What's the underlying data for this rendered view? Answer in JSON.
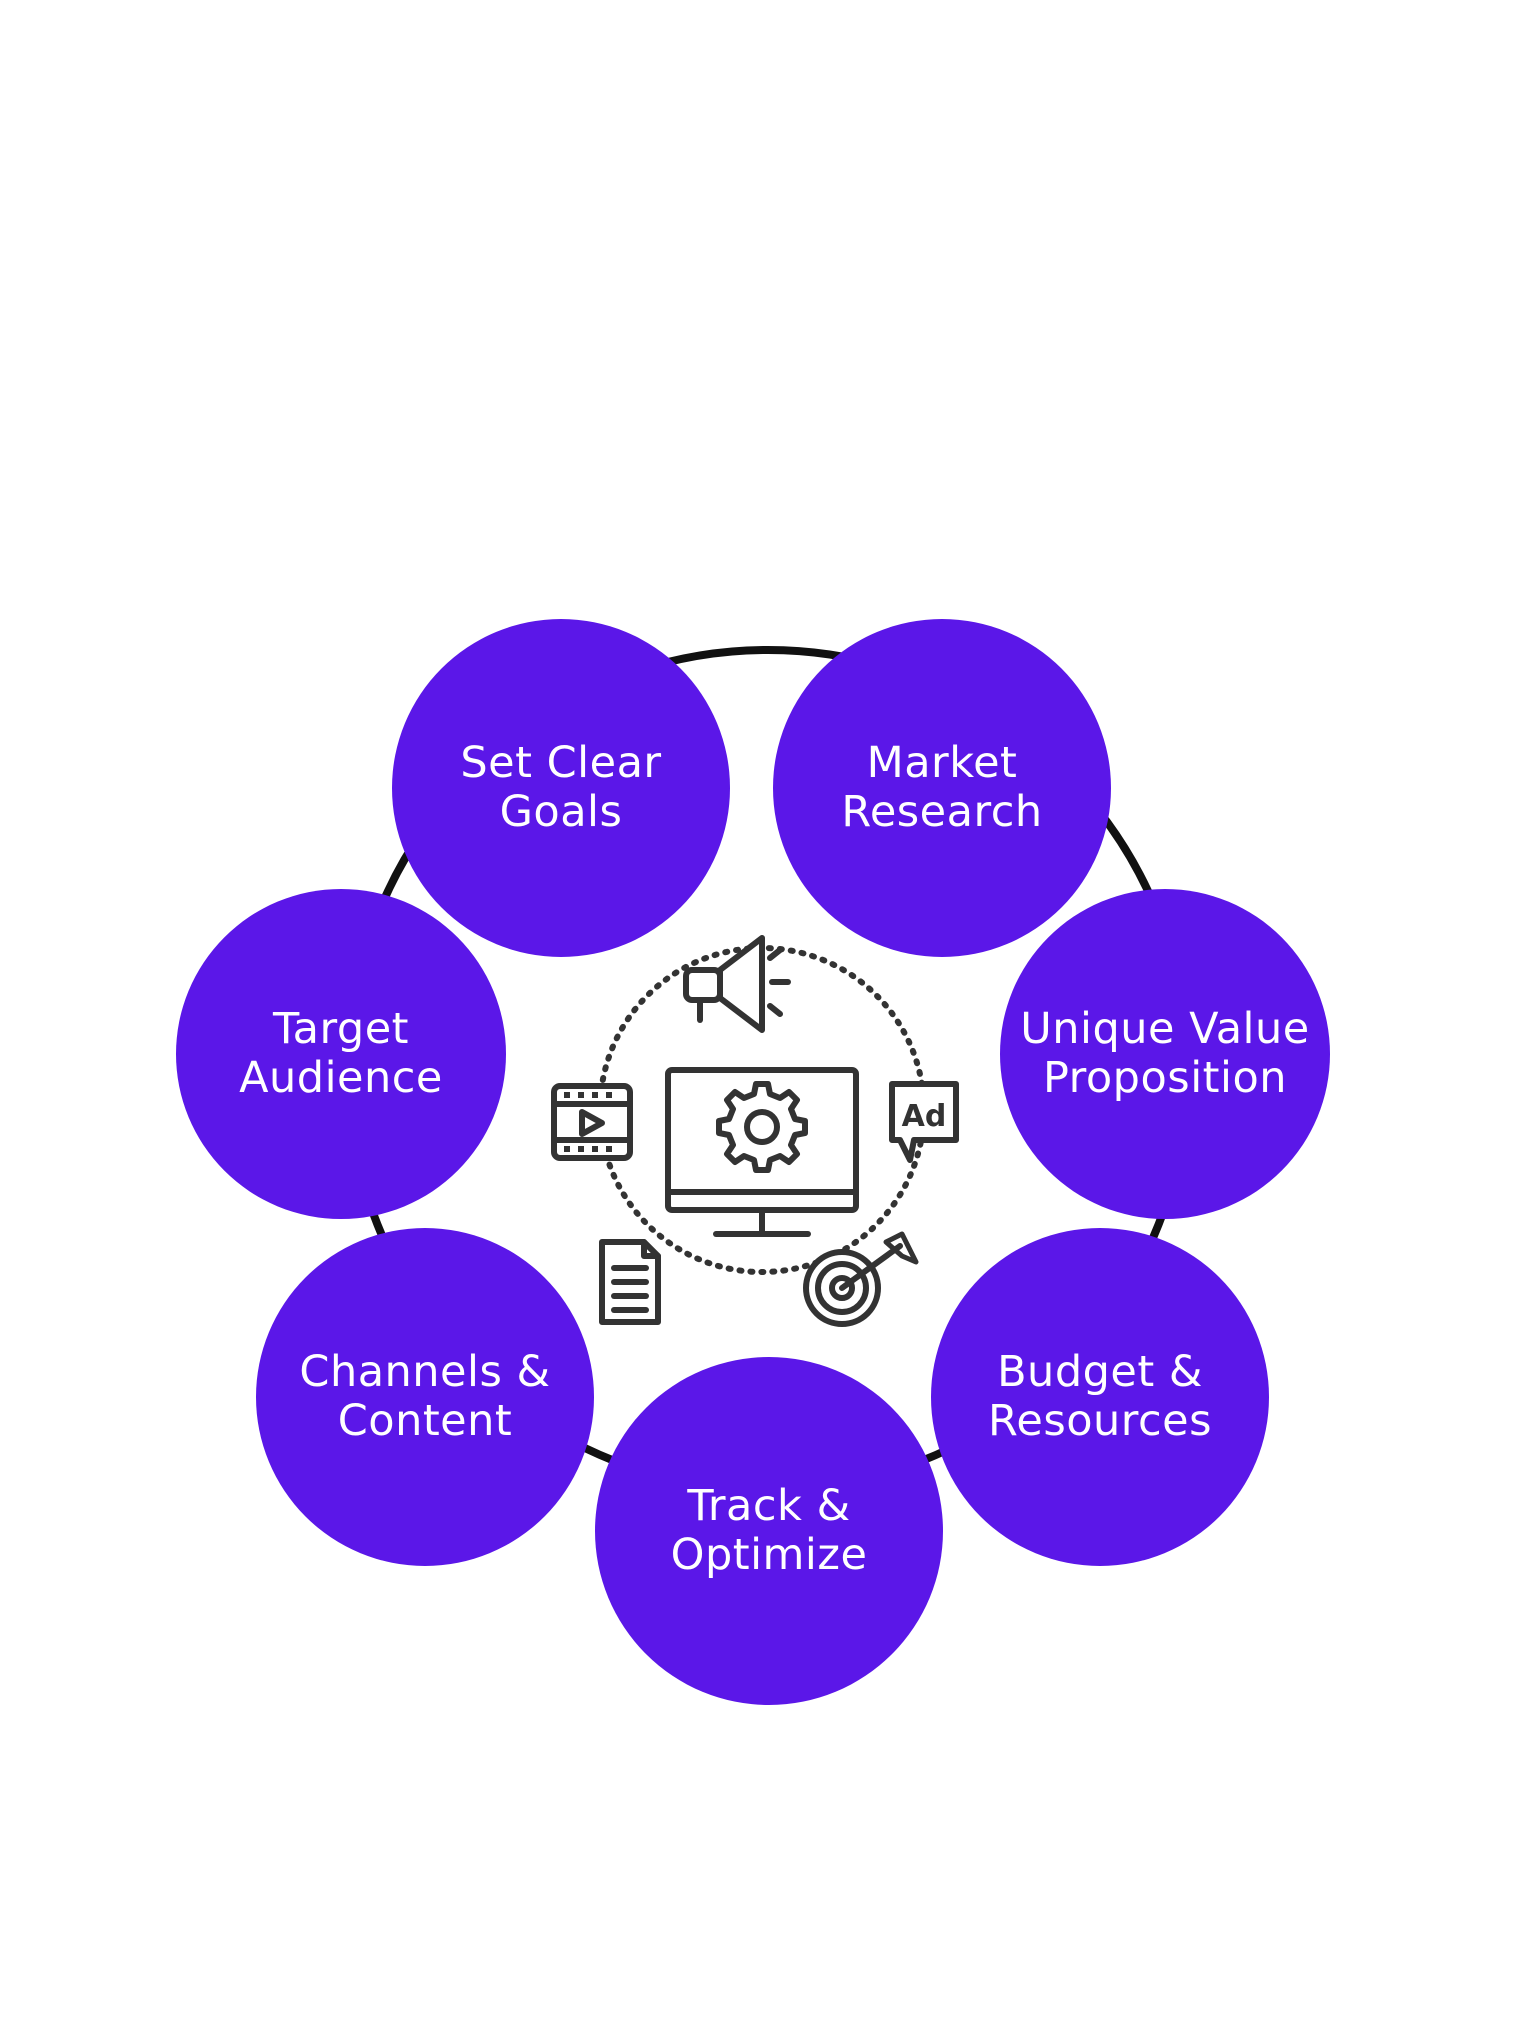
{
  "colors": {
    "node_fill": "#5b17e8",
    "node_text": "#ffffff",
    "ring": "#111111",
    "icon_stroke": "#333333"
  },
  "nodes": [
    {
      "line1": "Set Clear",
      "line2": "Goals"
    },
    {
      "line1": "Market",
      "line2": "Research"
    },
    {
      "line1": "Unique Value",
      "line2": "Proposition"
    },
    {
      "line1": "Budget &",
      "line2": "Resources"
    },
    {
      "line1": "Track &",
      "line2": "Optimize"
    },
    {
      "line1": "Channels &",
      "line2": "Content"
    },
    {
      "line1": "Target",
      "line2": "Audience"
    }
  ],
  "hub": {
    "center_icon": "monitor-gear-icon",
    "orbit_icons": [
      "megaphone-icon",
      "ad-speech-bubble-icon",
      "target-arrow-icon",
      "document-icon",
      "video-play-icon"
    ],
    "ad_text": "Ad"
  }
}
